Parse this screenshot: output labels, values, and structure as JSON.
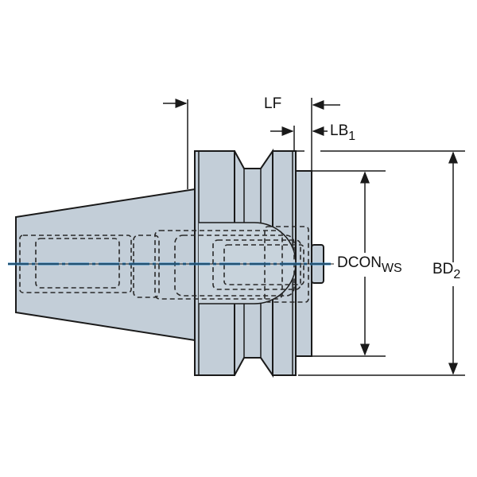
{
  "diagram": {
    "labels": {
      "lf": "LF",
      "lb": "LB",
      "lb_sub": "1",
      "dcon": "DCON",
      "dcon_sub": "WS",
      "bd": "BD",
      "bd_sub": "2"
    },
    "colors": {
      "body_fill": "#c3ced8",
      "outline": "#1a1a1a",
      "centerline": "#2f86c4"
    }
  }
}
